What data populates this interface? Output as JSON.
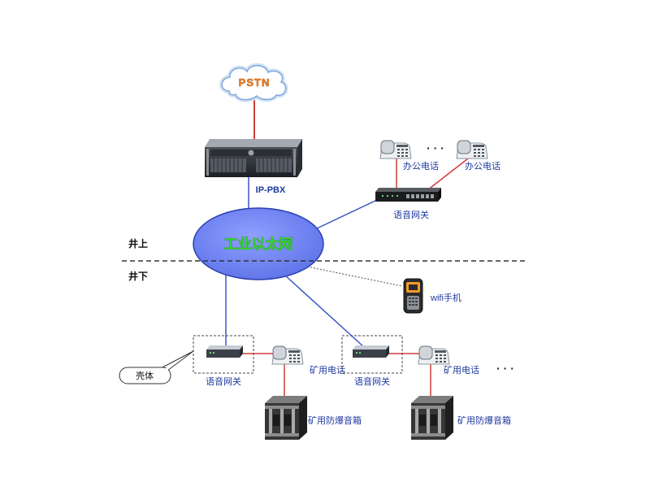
{
  "diagram": {
    "cloud_label": "PSTN",
    "cloud_icon": "cloud-icon",
    "server_label": "IP-PBX",
    "server_icon": "rack-server-icon",
    "network_label": "工业以太网",
    "zone_above": "井上",
    "zone_below": "井下"
  },
  "office": {
    "phones": [
      {
        "label": "办公电话",
        "icon": "desk-phone-icon"
      },
      {
        "label": "办公电话",
        "icon": "desk-phone-icon"
      }
    ],
    "ellipsis": "· · ·",
    "gateway_label": "语音网关",
    "gateway_icon": "voice-gateway-icon"
  },
  "wifi_phone": {
    "label": "wifi手机",
    "icon": "mobile-phone-icon"
  },
  "callout": {
    "label": "壳体"
  },
  "mine_units": [
    {
      "gateway_label": "语音网关",
      "phone_label": "矿用电话",
      "speaker_label": "矿用防爆音箱"
    },
    {
      "gateway_label": "语音网关",
      "phone_label": "矿用电话",
      "speaker_label": "矿用防爆音箱"
    }
  ],
  "mine_ellipsis": "· · ·",
  "colors": {
    "line_blue": "#3a56c8",
    "line_red": "#d23c3c",
    "label_blue": "#1f3a9e",
    "ellipse_fill": "#6d82f2",
    "network_text": "#3ad13a",
    "pstn_text": "#f07a1e"
  }
}
